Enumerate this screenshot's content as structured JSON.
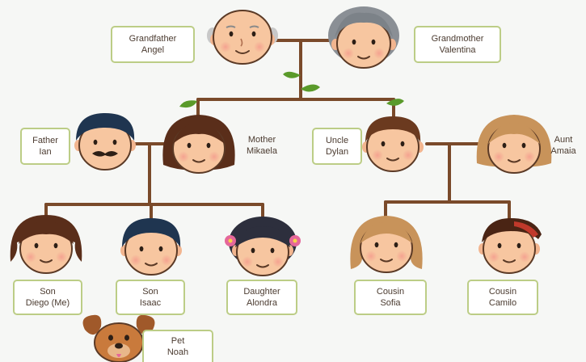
{
  "members": {
    "grandfather": {
      "role": "Grandfather",
      "name": "Angel"
    },
    "grandmother": {
      "role": "Grandmother",
      "name": "Valentina"
    },
    "father": {
      "role": "Father",
      "name": "Ian"
    },
    "mother": {
      "role": "Mother",
      "name": "Mikaela"
    },
    "uncle": {
      "role": "Uncle",
      "name": "Dylan"
    },
    "aunt": {
      "role": "Aunt",
      "name": "Amaia"
    },
    "son1": {
      "role": "Son",
      "name": "Diego (Me)"
    },
    "son2": {
      "role": "Son",
      "name": "Isaac"
    },
    "daughter": {
      "role": "Daughter",
      "name": "Alondra"
    },
    "cousin1": {
      "role": "Cousin",
      "name": "Sofia"
    },
    "cousin2": {
      "role": "Cousin",
      "name": "Camilo"
    },
    "pet": {
      "role": "Pet",
      "name": "Noah"
    }
  },
  "colors": {
    "branch": "#7a4a2a",
    "leaf": "#5a9a2a",
    "label_border": "#bccd86",
    "skin": "#f7c6a0",
    "ear": "#f2b58f"
  }
}
